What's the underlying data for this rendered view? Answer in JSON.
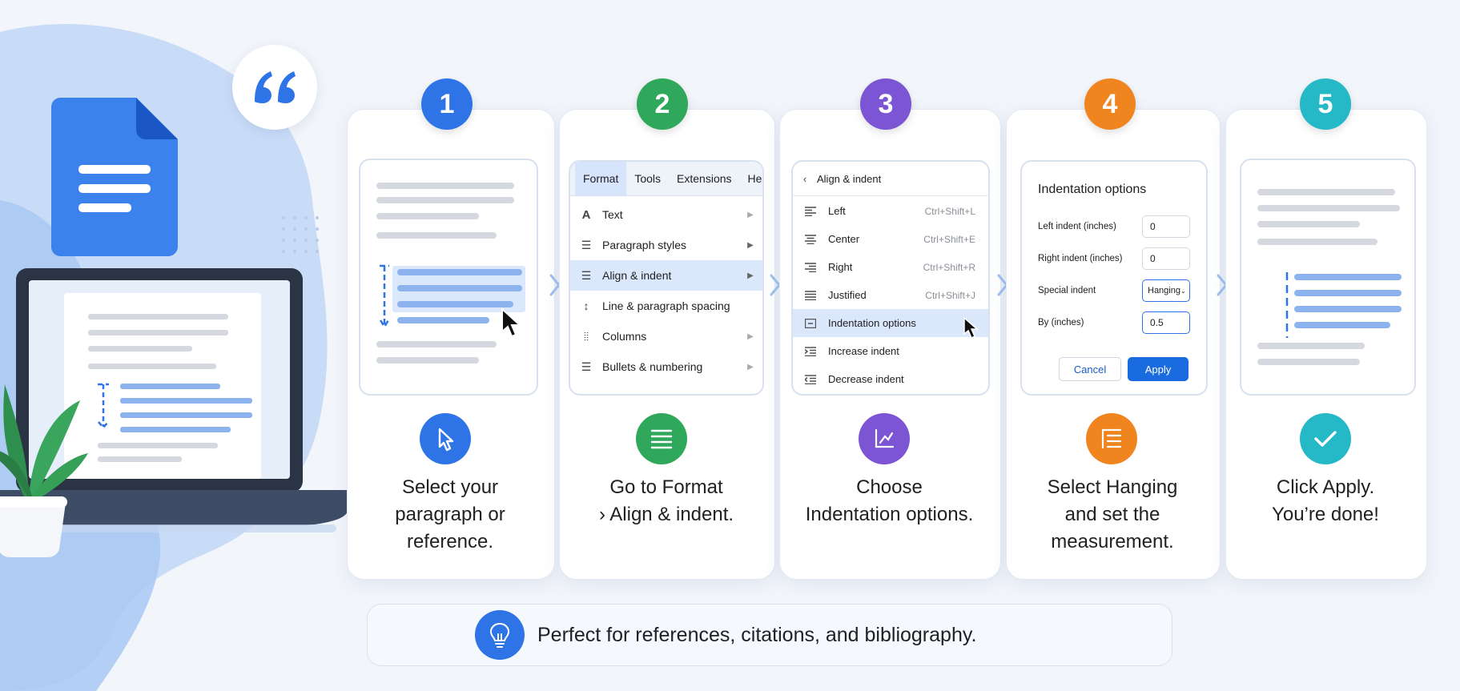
{
  "colors": {
    "blue": "#2f74e6",
    "green": "#2fa85c",
    "purple": "#7b55d3",
    "orange": "#f0841f",
    "teal": "#25b8c7"
  },
  "steps": [
    {
      "number": "1",
      "caption_lines": [
        "Select your",
        "paragraph or",
        "reference."
      ],
      "action_icon": "cursor-icon"
    },
    {
      "number": "2",
      "caption_lines": [
        "Go to Format",
        "› Align & indent."
      ],
      "action_icon": "align-lines-icon"
    },
    {
      "number": "3",
      "caption_lines": [
        "Choose",
        "Indentation options."
      ],
      "action_icon": "indentation-chart-icon"
    },
    {
      "number": "4",
      "caption_lines": [
        "Select Hanging",
        "and set the",
        "measurement."
      ],
      "action_icon": "hanging-indent-icon"
    },
    {
      "number": "5",
      "caption_lines": [
        "Click Apply.",
        "You’re done!"
      ],
      "action_icon": "checkmark-icon"
    }
  ],
  "format_menu": {
    "menubar": [
      "Format",
      "Tools",
      "Extensions",
      "Help"
    ],
    "items": [
      {
        "icon": "text-icon",
        "label": "Text"
      },
      {
        "icon": "paragraph-styles-icon",
        "label": "Paragraph styles"
      },
      {
        "icon": "align-indent-icon",
        "label": "Align & indent"
      },
      {
        "icon": "line-spacing-icon",
        "label": "Line & paragraph spacing"
      },
      {
        "icon": "columns-icon",
        "label": "Columns"
      },
      {
        "icon": "bullets-icon",
        "label": "Bullets & numbering"
      }
    ]
  },
  "align_menu": {
    "header": "Align & indent",
    "items": [
      {
        "label": "Left",
        "shortcut": "Ctrl+Shift+L"
      },
      {
        "label": "Center",
        "shortcut": "Ctrl+Shift+E"
      },
      {
        "label": "Right",
        "shortcut": "Ctrl+Shift+R"
      },
      {
        "label": "Justified",
        "shortcut": "Ctrl+Shift+J"
      },
      {
        "label": "Indentation options",
        "shortcut": ""
      },
      {
        "label": "Increase indent",
        "shortcut": ""
      },
      {
        "label": "Decrease indent",
        "shortcut": ""
      }
    ]
  },
  "indent_dialog": {
    "title": "Indentation options",
    "left_label": "Left indent (inches)",
    "left_value": "0",
    "right_label": "Right indent (inches)",
    "right_value": "0",
    "special_label": "Special indent",
    "special_value": "Hanging",
    "by_label": "By (inches)",
    "by_value": "0.5",
    "cancel": "Cancel",
    "apply": "Apply"
  },
  "tip": {
    "text": "Perfect for references, citations, and bibliography.",
    "icon": "lightbulb-icon"
  },
  "decor": {
    "quote_icon": "quote-icon",
    "doc_icon": "google-docs-icon",
    "laptop_icon": "laptop-icon",
    "plant_icon": "plant-icon"
  }
}
